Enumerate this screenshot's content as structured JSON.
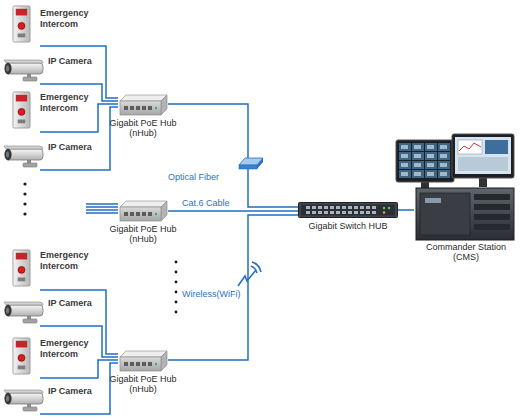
{
  "diagram": {
    "nodes": [
      {
        "text": [
          "Emergency Intercom"
        ]
      },
      {
        "text": [
          "IP Camera"
        ]
      },
      {
        "text": [
          "Emergency Intercom"
        ]
      },
      {
        "text": [
          "IP Camera"
        ]
      },
      {
        "text": [
          "Gigabit PoE Hub (nHub)"
        ]
      },
      {
        "text": [
          "Gigabit PoE Hub (nHub)"
        ]
      },
      {
        "text": [
          "Emergency Intercom"
        ]
      },
      {
        "text": [
          "IP Camera"
        ]
      },
      {
        "text": [
          "Emergency Intercom"
        ]
      },
      {
        "text": [
          "IP Camera"
        ]
      },
      {
        "text": [
          "Gigabit PoE Hub (nHub)"
        ]
      },
      {
        "text": [
          "Gigabit Switch HUB"
        ]
      },
      {
        "text": [
          "Commander Station (CMS)"
        ]
      }
    ],
    "edges": [
      {
        "from": 0,
        "to": 4,
        "arrow": "none"
      },
      {
        "from": 1,
        "to": 4,
        "arrow": "none"
      },
      {
        "from": 2,
        "to": 4,
        "arrow": "none"
      },
      {
        "from": 3,
        "to": 4,
        "arrow": "none"
      },
      {
        "from": 6,
        "to": 10,
        "arrow": "none"
      },
      {
        "from": 7,
        "to": 10,
        "arrow": "none"
      },
      {
        "from": 8,
        "to": 10,
        "arrow": "none"
      },
      {
        "from": 9,
        "to": 10,
        "arrow": "none"
      },
      {
        "from": 4,
        "to": 11,
        "label": "Optical Fiber",
        "arrow": "none"
      },
      {
        "from": 5,
        "to": 11,
        "label": "Cat.6 Cable",
        "arrow": "none"
      },
      {
        "from": 10,
        "to": 11,
        "label": "Wireless(WiFi)",
        "arrow": "none"
      },
      {
        "from": 11,
        "to": 12,
        "arrow": "none"
      }
    ]
  }
}
